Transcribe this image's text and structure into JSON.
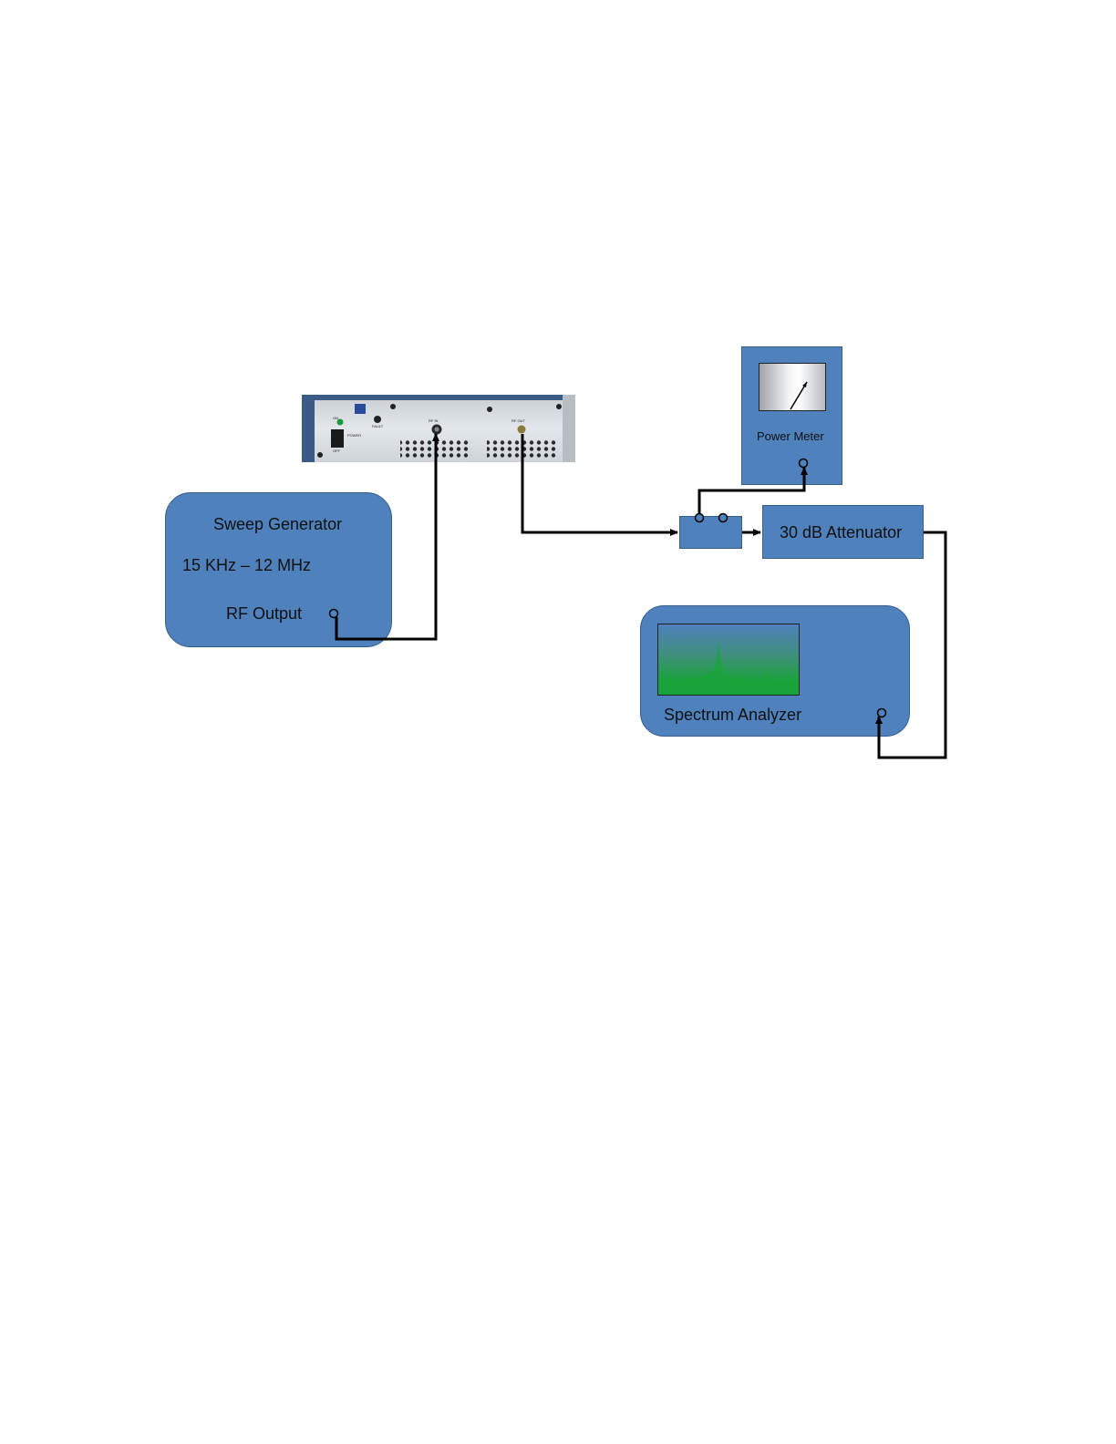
{
  "diagram": {
    "sweep_generator": {
      "title": "Sweep Generator",
      "range": "15 KHz – 12 MHz",
      "output_label": "RF Output"
    },
    "power_meter": {
      "label": "Power Meter"
    },
    "attenuator": {
      "label": "30 dB Attenuator"
    },
    "spectrum_analyzer": {
      "label": "Spectrum Analyzer"
    },
    "amplifier_photo": {
      "labels": [
        "ON",
        "POWER",
        "OFF",
        "FAULT",
        "RF IN",
        "RF OUT"
      ]
    }
  },
  "colors": {
    "box_fill": "#4f81bd",
    "box_border": "#385d8a",
    "wire": "#000000",
    "amplifier_panel": "#d8dde2",
    "analyzer_trace": "#1aa33c"
  }
}
